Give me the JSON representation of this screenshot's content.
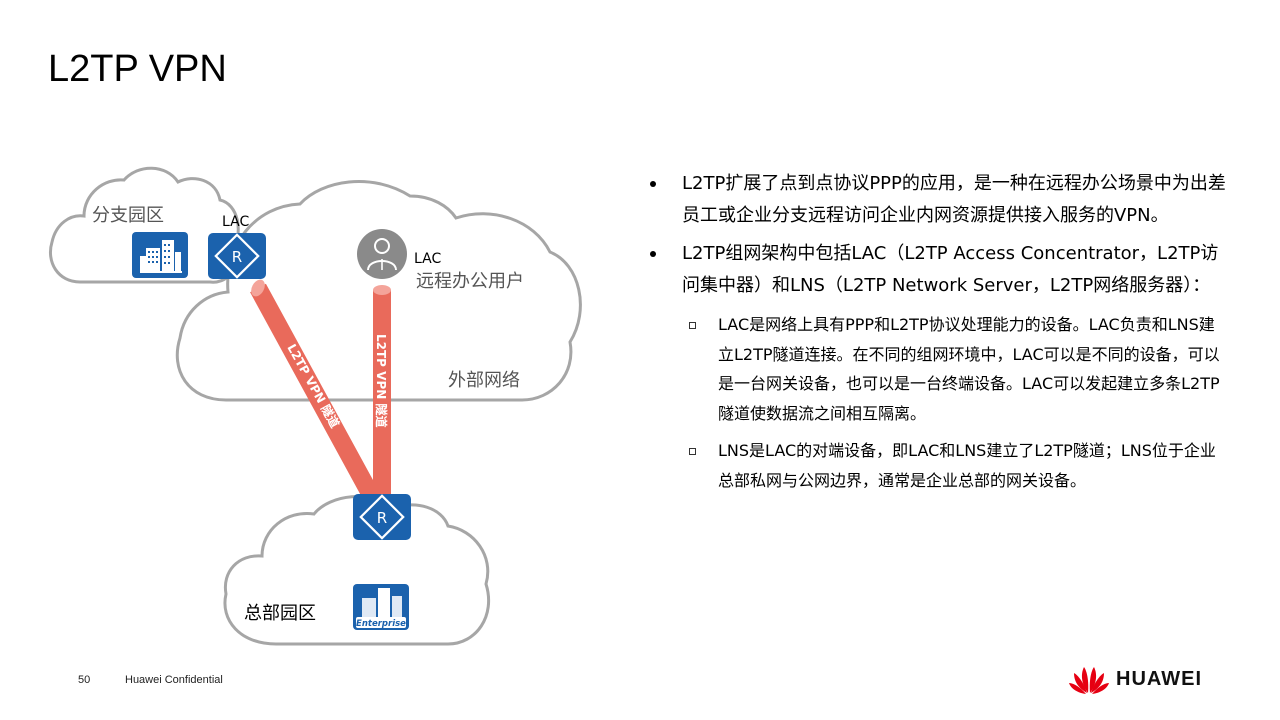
{
  "title": "L2TP VPN",
  "diagram": {
    "branch_label": "分支园区",
    "lac_router_label": "LAC",
    "remote_lac_label": "LAC",
    "remote_user_label": "远程办公用户",
    "external_network_label": "外部网络",
    "tunnel_label_1": "L2TP VPN 隧道",
    "tunnel_label_2": "L2TP VPN 隧道",
    "hq_label": "总部园区",
    "enterprise_label": "Enterprise",
    "colors": {
      "device_blue": "#1b62ad",
      "tunnel_red": "#e96a5b",
      "tunnel_end": "#f4a49a",
      "cloud_stroke": "#a6a6a6",
      "user_gray": "#8a8a8a"
    }
  },
  "bullets": [
    {
      "text": "L2TP扩展了点到点协议PPP的应用，是一种在远程办公场景中为出差员工或企业分支远程访问企业内网资源提供接入服务的VPN。"
    },
    {
      "text": "L2TP组网架构中包括LAC（L2TP Access Concentrator，L2TP访问集中器）和LNS（L2TP Network Server，L2TP网络服务器）：",
      "sub": [
        "LAC是网络上具有PPP和L2TP协议处理能力的设备。LAC负责和LNS建立L2TP隧道连接。在不同的组网环境中，LAC可以是不同的设备，可以是一台网关设备，也可以是一台终端设备。LAC可以发起建立多条L2TP隧道使数据流之间相互隔离。",
        "LNS是LAC的对端设备，即LAC和LNS建立了L2TP隧道；LNS位于企业总部私网与公网边界，通常是企业总部的网关设备。"
      ]
    }
  ],
  "footer": {
    "page_number": "50",
    "confidential": "Huawei Confidential",
    "brand": "HUAWEI",
    "brand_color": "#e60012"
  }
}
